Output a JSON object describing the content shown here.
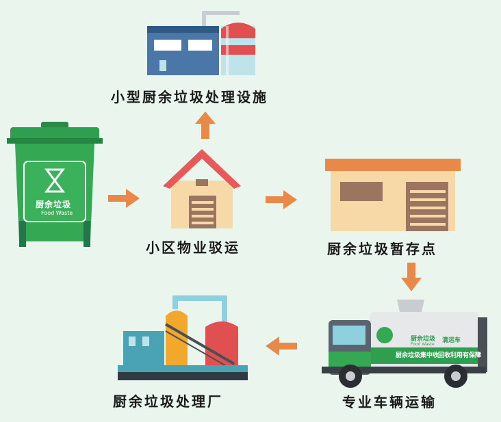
{
  "labels": {
    "small_facility": "小型厨余垃圾处理设施",
    "community_transfer": "小区物业驳运",
    "temp_storage": "厨余垃圾暂存点",
    "truck_transport": "专业车辆运输",
    "processing_plant": "厨余垃圾处理厂"
  },
  "bin": {
    "title": "厨余垃圾",
    "subtitle": "Food Waste"
  },
  "truck": {
    "brand_title": "厨余垃圾",
    "brand_sub": "Food Waste",
    "tag": "清运车",
    "banner_left": "厨余垃圾集中收",
    "banner_right": "回收利用有保障"
  },
  "colors": {
    "background": "#eaf5ee",
    "arrow": "#e8894a",
    "bin_green": "#2f9e4f",
    "roof_red": "#e85a5a",
    "house_wall": "#f6d9a6",
    "door_brown": "#9c7560"
  }
}
